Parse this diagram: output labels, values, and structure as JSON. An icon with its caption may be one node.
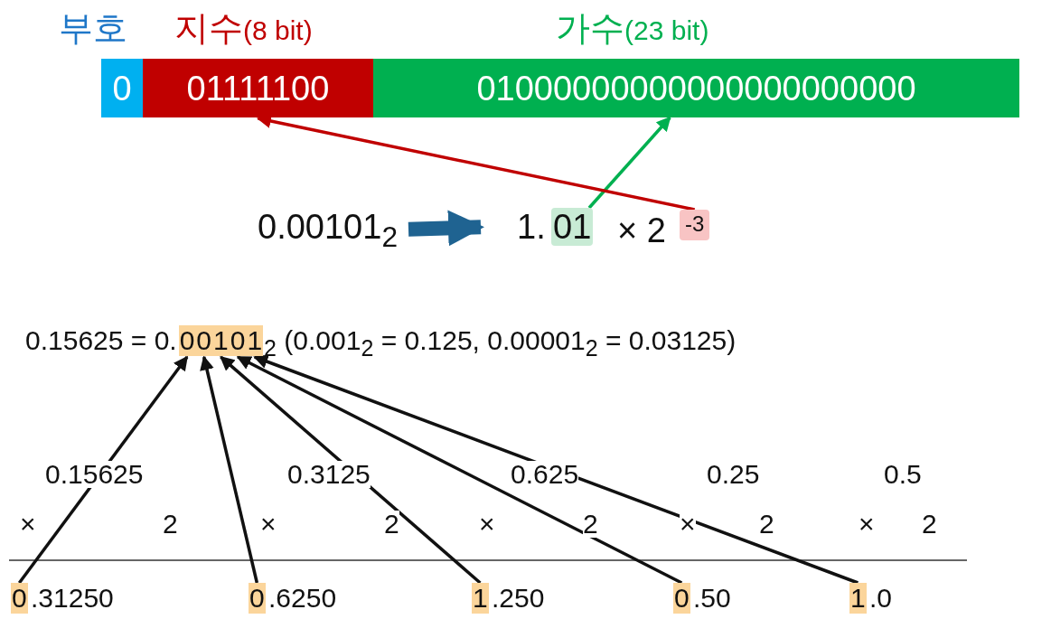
{
  "diagram": {
    "nodes": [
      {
        "text": [
          "부호",
          "0"
        ]
      },
      {
        "text": [
          "지수(8 bit)",
          "01111100"
        ]
      },
      {
        "text": [
          "가수(23 bit)",
          "01000000000000000000000"
        ]
      },
      {
        "text": [
          "0.00101$_{2}$"
        ]
      },
      {
        "text": [
          "1."
        ]
      },
      {
        "text": [
          "01"
        ]
      },
      {
        "text": [
          "-3"
        ]
      },
      {
        "text": [
          "0"
        ]
      },
      {
        "text": [
          "0"
        ]
      },
      {
        "text": [
          "1"
        ]
      },
      {
        "text": [
          "0"
        ]
      },
      {
        "text": [
          "1"
        ]
      },
      {
        "text": [
          "0"
        ]
      },
      {
        "text": [
          "0"
        ]
      },
      {
        "text": [
          "1"
        ]
      },
      {
        "text": [
          "0"
        ]
      },
      {
        "text": [
          "1"
        ]
      }
    ],
    "edges": [
      {
        "from": 3,
        "to": 4,
        "arrow": "to",
        "style": "thick",
        "color": "#1f6391"
      },
      {
        "from": 5,
        "to": 2,
        "arrow": "to",
        "color": "#00b050"
      },
      {
        "from": 6,
        "to": 1,
        "arrow": "to",
        "color": "#c00000"
      },
      {
        "from": 12,
        "to": 7,
        "arrow": "to"
      },
      {
        "from": 13,
        "to": 8,
        "arrow": "to"
      },
      {
        "from": 14,
        "to": 9,
        "arrow": "to"
      },
      {
        "from": 15,
        "to": 10,
        "arrow": "to"
      },
      {
        "from": 16,
        "to": 11,
        "arrow": "to"
      }
    ],
    "labels": [
      "×  2",
      "0.15625 = 0.",
      "$_{2}$ (0.001$_{2}$ = 0.125, 0.00001$_{2}$ = 0.03125)",
      "0.15625",
      "0.3125",
      "0.625",
      "0.25",
      "0.5",
      "×",
      "2",
      "×",
      "2",
      "×",
      "2",
      "×",
      "2",
      "×",
      "2",
      ".31250",
      ".6250",
      ".250",
      ".50",
      ".0"
    ]
  }
}
